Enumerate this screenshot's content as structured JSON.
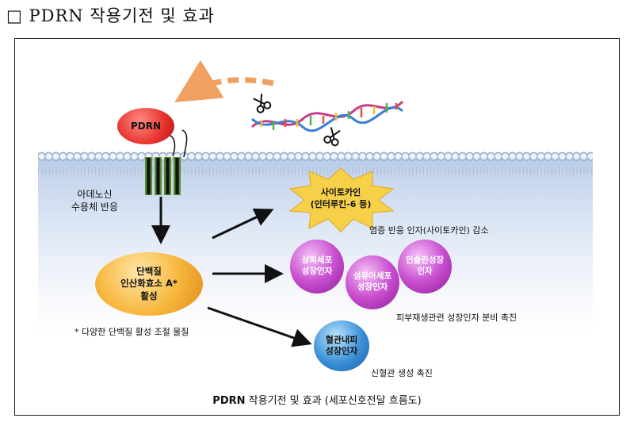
{
  "heading": {
    "checkbox": "□",
    "text": "PDRN 작용기전 및 효과"
  },
  "pdrn_label": "PDRN",
  "receptor_label": {
    "line1": "아데노신",
    "line2": "수용체 반응"
  },
  "cytokine": {
    "line1": "사이토카인",
    "line2": "(인터루킨-6 등)",
    "note": "염증 반응 인자(사이토카인) 감소"
  },
  "pka": {
    "line1": "단백질",
    "line2": "인산화효소 A*",
    "line3": "활성",
    "footnote": "* 다양한 단백질 활성 조절 물질"
  },
  "growth_factors": [
    {
      "line1": "상피세포",
      "line2": "성장인자"
    },
    {
      "line1": "섬유아세포",
      "line2": "성장인자"
    },
    {
      "line1": "인슐린성장",
      "line2": "인자"
    }
  ],
  "growth_note": "피부재생관련 성장인자 분비 촉진",
  "vegf": {
    "line1": "혈관내피",
    "line2": "성장인자",
    "note": "신혈관 생성 촉진"
  },
  "caption": {
    "bold": "PDRN",
    "text": " 작용기전 및 효과 (세포신호전달 흐름도)"
  },
  "colors": {
    "pdrn": "#e6302a",
    "pka": "#f7b53a",
    "growth": "#c94fd0",
    "vegf": "#3a8fd6",
    "arrow_dashed": "#f0a060"
  },
  "icons": [
    "scissors-icon",
    "dna-helix-icon"
  ]
}
